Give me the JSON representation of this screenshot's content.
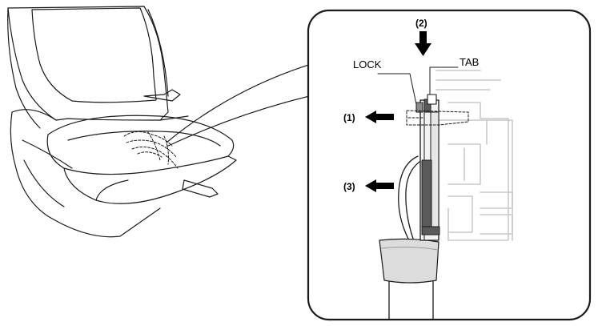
{
  "labels": {
    "lock": "LOCK",
    "tab": "TAB",
    "step1": "(1)",
    "step2": "(2)",
    "step3": "(3)"
  },
  "colors": {
    "line": "#1a1a1a",
    "ghost": "#c9c9c9",
    "connector_fill": "#dcdcdc",
    "dark_part": "#5a5a5a"
  },
  "icons": [
    "arrow-left-icon",
    "arrow-down-icon"
  ]
}
